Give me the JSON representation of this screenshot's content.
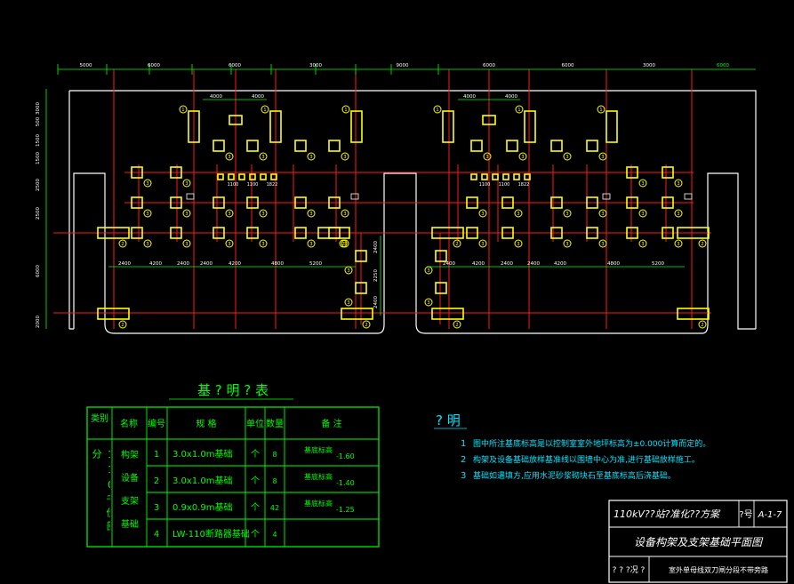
{
  "dimensions_top": [
    "5000",
    "6000",
    "6000",
    "3000",
    "9000",
    "6000",
    "6000",
    "3000",
    "6000"
  ],
  "dimensions_left": [
    "500",
    "3000",
    "1500",
    "1500",
    "2500",
    "2500",
    "6000",
    "2000"
  ],
  "dimensions_mid": [
    "2400",
    "4200",
    "2400",
    "2400",
    "4200",
    "4800",
    "5200"
  ],
  "dimensions_mid_right": [
    "2400",
    "4200",
    "2400",
    "2400",
    "4200",
    "4800",
    "5200"
  ],
  "dimensions_small": [
    "4000",
    "4000"
  ],
  "dimensions_small_right": [
    "4000",
    "4000"
  ],
  "dimensions_inner": [
    "1100",
    "1100",
    "1822"
  ],
  "dimensions_vert_center": [
    "2400",
    "2250",
    "2400"
  ],
  "legend": {
    "title": "基 ? 明 ? 表",
    "headers": {
      "category": "类别",
      "name": "名称",
      "number": "编号",
      "spec": "规 格",
      "unit": "单位",
      "quantity": "数量",
      "remark": "备 注"
    },
    "category_text": "110千伏部分",
    "name_text": "构架设备支架基础",
    "rows": [
      {
        "no": "1",
        "spec": "3.0x1.0m基础",
        "unit": "个",
        "qty": "8",
        "remark_label": "基底标高",
        "remark_value": "-1.60"
      },
      {
        "no": "2",
        "spec": "3.0x1.0m基础",
        "unit": "个",
        "qty": "8",
        "remark_label": "基底标高",
        "remark_value": "-1.40"
      },
      {
        "no": "3",
        "spec": "0.9x0.9m基础",
        "unit": "个",
        "qty": "42",
        "remark_label": "基底标高",
        "remark_value": "-1.25"
      },
      {
        "no": "4",
        "spec": "LW-110断路器基础",
        "unit": "个",
        "qty": "4",
        "remark_label": "",
        "remark_value": ""
      }
    ]
  },
  "notes": {
    "title": "? 明",
    "items": [
      {
        "n": "1",
        "text": "图中所注基底标高是以控制室室外地坪标高为±0.000计算而定的。"
      },
      {
        "n": "2",
        "text": "构架及设备基础放样基准线以围墙中心为准,进行基础放样施工。"
      },
      {
        "n": "3",
        "text": "基础如遇填方,应用水泥砂浆砌块石至基底标高后浇基础。"
      }
    ]
  },
  "title_block": {
    "project": "110kV??站?准化??方案",
    "code_label": "?号",
    "code": "A-1-7",
    "drawing_title": "设备构架及支架基础平面图",
    "check_label": "?  ?\n?况  ?",
    "footer": "室外单母线双刀闸分段不带旁路"
  },
  "colors": {
    "background": "#000000",
    "wall": "#ffffff",
    "axis": "#ff1a1a",
    "foundation": "#ffff00",
    "dimension": "#00ff00",
    "table": "#00ff00",
    "notes": "#00e5ff"
  }
}
